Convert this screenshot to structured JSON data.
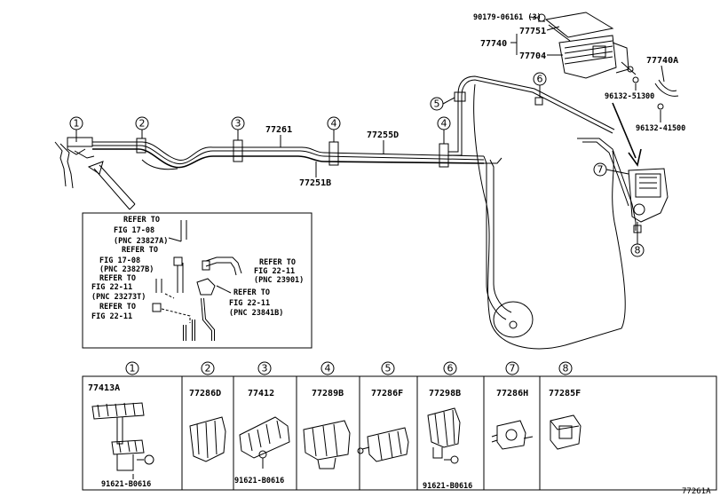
{
  "callouts": [
    "1",
    "2",
    "3",
    "4",
    "4",
    "5",
    "6",
    "7",
    "8"
  ],
  "main_parts": {
    "p90179": "90179-06161 (3)",
    "p77751": "77751",
    "p77740": "77740",
    "p77704": "77704",
    "p77740A": "77740A",
    "p96132_51300": "96132-51300",
    "p96132_41500": "96132-41500",
    "p77261": "77261",
    "p77255D": "77255D",
    "p77251B": "77251B"
  },
  "inset_refs": [
    [
      "REFER TO",
      "FIG 17-08",
      "(PNC 23827A)"
    ],
    [
      "REFER TO",
      "FIG 17-08",
      "(PNC 23827B)"
    ],
    [
      "REFER TO",
      "FIG 22-11",
      "(PNC 23273T)"
    ],
    [
      "REFER TO",
      "FIG 22-11"
    ],
    [
      "REFER TO",
      "FIG 22-11",
      "(PNC 23901)"
    ],
    [
      "REFER TO",
      "FIG 22-11",
      "(PNC 23841B)"
    ]
  ],
  "clamp_table": {
    "headers": [
      "1",
      "2",
      "3",
      "4",
      "5",
      "6",
      "7",
      "8"
    ],
    "parts": [
      "77413A",
      "77286D",
      "77412",
      "77289B",
      "77286F",
      "77298B",
      "77286H",
      "77285F"
    ],
    "bolts": [
      "91621-B0616",
      "91621-B0616",
      "91621-B0616"
    ]
  },
  "figure_code": "77261A"
}
